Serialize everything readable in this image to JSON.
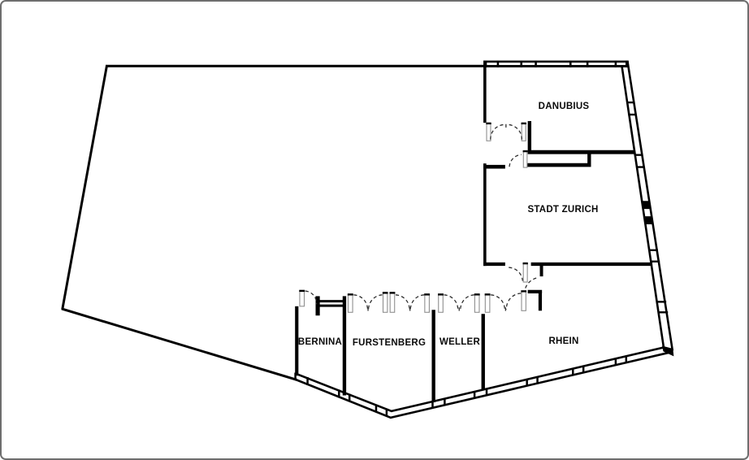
{
  "plan": {
    "type": "floor-plan",
    "rooms": [
      {
        "id": "danubius",
        "name": "DANUBIUS"
      },
      {
        "id": "stadt-zurich",
        "name": "STADT ZURICH"
      },
      {
        "id": "bernina",
        "name": "BERNINA"
      },
      {
        "id": "furstenberg",
        "name": "FURSTENBERG"
      },
      {
        "id": "weller",
        "name": "WELLER"
      },
      {
        "id": "rhein",
        "name": "RHEIN"
      }
    ],
    "colors": {
      "ink": "#000000",
      "background": "#ffffff",
      "frame_border": "#6e6e6e",
      "jamb_outline": "#8e8e8e",
      "door_swing": "#2e2e2e"
    }
  }
}
